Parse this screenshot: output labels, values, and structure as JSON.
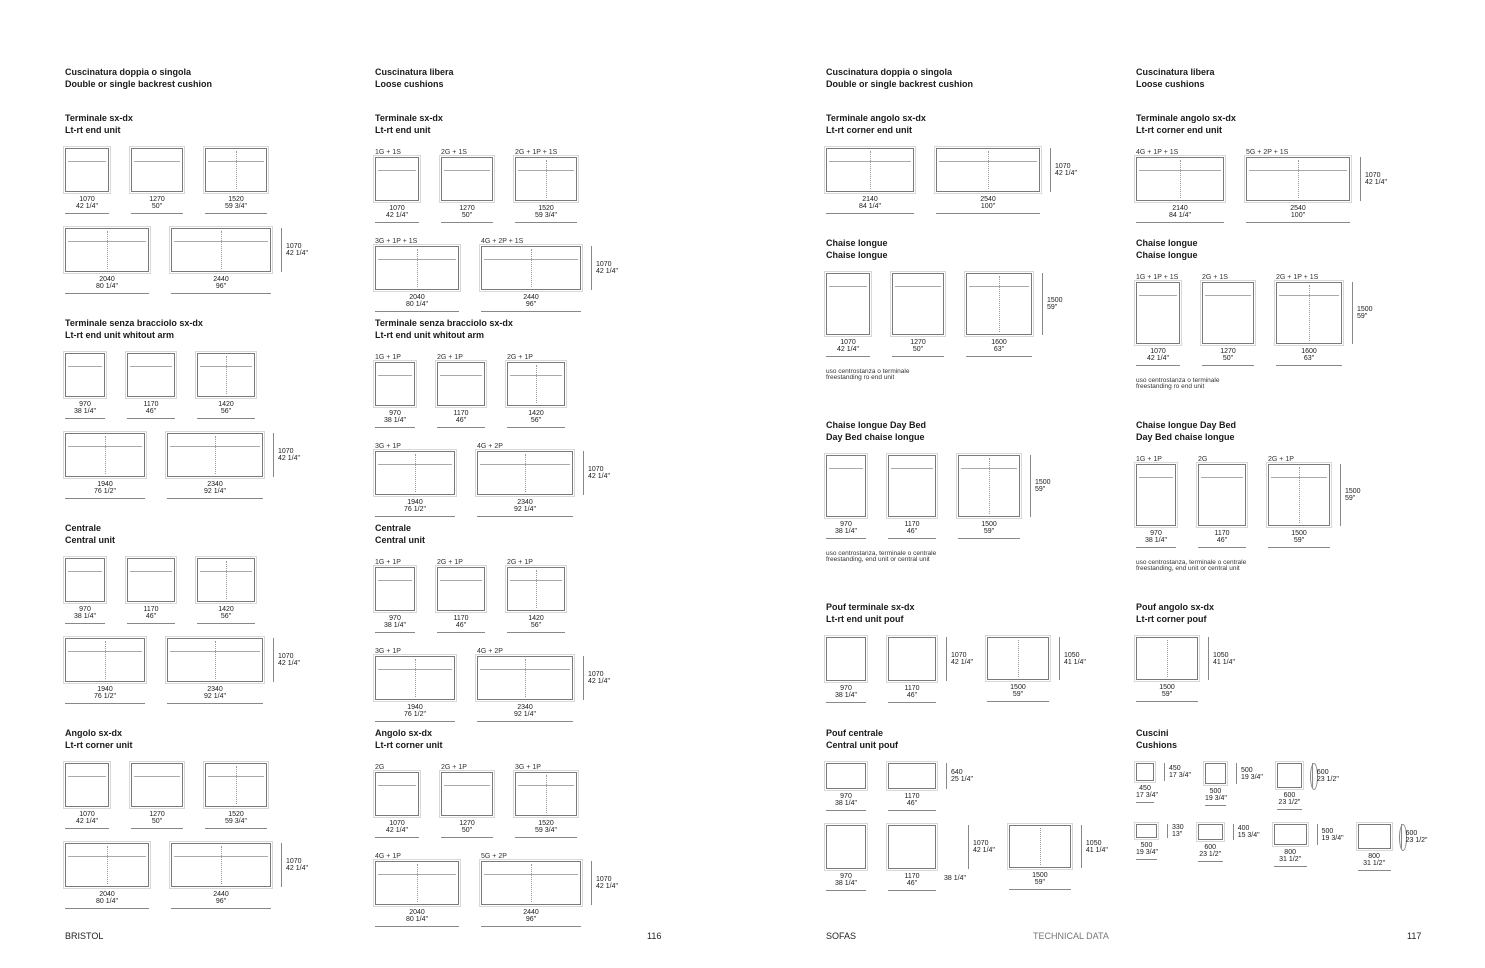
{
  "headers": [
    {
      "it": "Cuscinatura doppia o singola",
      "en": "Double or single backrest cushion"
    },
    {
      "it": "Cuscinatura libera",
      "en": "Loose cushions"
    },
    {
      "it": "Cuscinatura doppia o singola",
      "en": "Double or single backrest cushion"
    },
    {
      "it": "Cuscinatura libera",
      "en": "Loose cushions"
    }
  ],
  "columns": [
    [
      {
        "it": "Terminale sx-dx",
        "en": "Lt-rt end unit",
        "rows": [
          {
            "items": [
              {
                "w": "1070",
                "in": "42 1/4\"",
                "d": 1070
              },
              {
                "w": "1270",
                "in": "50\"",
                "d": 1070
              },
              {
                "w": "1520",
                "in": "59 3/4\"",
                "d": 1070
              }
            ]
          },
          {
            "items": [
              {
                "w": "2040",
                "in": "80 1/4\"",
                "d": 1070
              },
              {
                "w": "2440",
                "in": "96\"",
                "d": 1070,
                "side": {
                  "mm": "1070",
                  "in": "42 1/4\""
                }
              }
            ]
          }
        ]
      },
      {
        "it": "Terminale senza bracciolo sx-dx",
        "en": "Lt-rt end unit whitout arm",
        "rows": [
          {
            "items": [
              {
                "w": "970",
                "in": "38 1/4\"",
                "d": 1070
              },
              {
                "w": "1170",
                "in": "46\"",
                "d": 1070
              },
              {
                "w": "1420",
                "in": "56\"",
                "d": 1070
              }
            ]
          },
          {
            "items": [
              {
                "w": "1940",
                "in": "76 1/2\"",
                "d": 1070
              },
              {
                "w": "2340",
                "in": "92 1/4\"",
                "d": 1070,
                "side": {
                  "mm": "1070",
                  "in": "42 1/4\""
                }
              }
            ]
          }
        ]
      },
      {
        "it": "Centrale",
        "en": "Central unit",
        "rows": [
          {
            "items": [
              {
                "w": "970",
                "in": "38 1/4\"",
                "d": 1070
              },
              {
                "w": "1170",
                "in": "46\"",
                "d": 1070
              },
              {
                "w": "1420",
                "in": "56\"",
                "d": 1070
              }
            ]
          },
          {
            "items": [
              {
                "w": "1940",
                "in": "76 1/2\"",
                "d": 1070
              },
              {
                "w": "2340",
                "in": "92 1/4\"",
                "d": 1070,
                "side": {
                  "mm": "1070",
                  "in": "42 1/4\""
                }
              }
            ]
          }
        ]
      },
      {
        "it": "Angolo sx-dx",
        "en": "Lt-rt corner unit",
        "rows": [
          {
            "items": [
              {
                "w": "1070",
                "in": "42 1/4\"",
                "d": 1070
              },
              {
                "w": "1270",
                "in": "50\"",
                "d": 1070
              },
              {
                "w": "1520",
                "in": "59 3/4\"",
                "d": 1070
              }
            ]
          },
          {
            "items": [
              {
                "w": "2040",
                "in": "80 1/4\"",
                "d": 1070
              },
              {
                "w": "2440",
                "in": "96\"",
                "d": 1070,
                "side": {
                  "mm": "1070",
                  "in": "42 1/4\""
                }
              }
            ]
          }
        ]
      }
    ],
    [
      {
        "it": "Terminale sx-dx",
        "en": "Lt-rt end unit",
        "rows": [
          {
            "items": [
              {
                "code": "1G + 1S",
                "w": "1070",
                "in": "42 1/4\"",
                "d": 1070
              },
              {
                "code": "2G + 1S",
                "w": "1270",
                "in": "50\"",
                "d": 1070
              },
              {
                "code": "2G + 1P + 1S",
                "w": "1520",
                "in": "59 3/4\"",
                "d": 1070
              }
            ]
          },
          {
            "items": [
              {
                "code": "3G + 1P + 1S",
                "w": "2040",
                "in": "80 1/4\"",
                "d": 1070
              },
              {
                "code": "4G + 2P + 1S",
                "w": "2440",
                "in": "96\"",
                "d": 1070,
                "side": {
                  "mm": "1070",
                  "in": "42 1/4\""
                }
              }
            ]
          }
        ]
      },
      {
        "it": "Terminale senza bracciolo sx-dx",
        "en": "Lt-rt end unit whitout arm",
        "rows": [
          {
            "items": [
              {
                "code": "1G + 1P",
                "w": "970",
                "in": "38 1/4\"",
                "d": 1070
              },
              {
                "code": "2G + 1P",
                "w": "1170",
                "in": "46\"",
                "d": 1070
              },
              {
                "code": "2G + 1P",
                "w": "1420",
                "in": "56\"",
                "d": 1070
              }
            ]
          },
          {
            "items": [
              {
                "code": "3G + 1P",
                "w": "1940",
                "in": "76 1/2\"",
                "d": 1070
              },
              {
                "code": "4G + 2P",
                "w": "2340",
                "in": "92 1/4\"",
                "d": 1070,
                "side": {
                  "mm": "1070",
                  "in": "42 1/4\""
                }
              }
            ]
          }
        ]
      },
      {
        "it": "Centrale",
        "en": "Central unit",
        "rows": [
          {
            "items": [
              {
                "code": "1G + 1P",
                "w": "970",
                "in": "38 1/4\"",
                "d": 1070
              },
              {
                "code": "2G + 1P",
                "w": "1170",
                "in": "46\"",
                "d": 1070
              },
              {
                "code": "2G + 1P",
                "w": "1420",
                "in": "56\"",
                "d": 1070
              }
            ]
          },
          {
            "items": [
              {
                "code": "3G + 1P",
                "w": "1940",
                "in": "76 1/2\"",
                "d": 1070
              },
              {
                "code": "4G + 2P",
                "w": "2340",
                "in": "92 1/4\"",
                "d": 1070,
                "side": {
                  "mm": "1070",
                  "in": "42 1/4\""
                }
              }
            ]
          }
        ]
      },
      {
        "it": "Angolo sx-dx",
        "en": "Lt-rt corner unit",
        "rows": [
          {
            "items": [
              {
                "code": "2G",
                "w": "1070",
                "in": "42 1/4\"",
                "d": 1070
              },
              {
                "code": "2G + 1P",
                "w": "1270",
                "in": "50\"",
                "d": 1070
              },
              {
                "code": "3G + 1P",
                "w": "1520",
                "in": "59 3/4\"",
                "d": 1070
              }
            ]
          },
          {
            "items": [
              {
                "code": "4G + 1P",
                "w": "2040",
                "in": "80 1/4\"",
                "d": 1070
              },
              {
                "code": "5G + 2P",
                "w": "2440",
                "in": "96\"",
                "d": 1070,
                "side": {
                  "mm": "1070",
                  "in": "42 1/4\""
                }
              }
            ]
          }
        ]
      }
    ],
    [
      {
        "it": "Terminale angolo sx-dx",
        "en": "Lt-rt corner end unit",
        "rows": [
          {
            "items": [
              {
                "w": "2140",
                "in": "84 1/4\"",
                "d": 1070
              },
              {
                "w": "2540",
                "in": "100\"",
                "d": 1070,
                "side": {
                  "mm": "1070",
                  "in": "42 1/4\""
                }
              }
            ]
          }
        ]
      },
      {
        "it": "Chaise longue",
        "en": "Chaise longue",
        "rows": [
          {
            "items": [
              {
                "w": "1070",
                "in": "42 1/4\"",
                "d": 1500
              },
              {
                "w": "1270",
                "in": "50\"",
                "d": 1500
              },
              {
                "w": "1600",
                "in": "63\"",
                "d": 1500,
                "side": {
                  "mm": "1500",
                  "in": "59\""
                }
              }
            ]
          }
        ],
        "note": [
          "uso centrostanza o terminale",
          "freestanding ro end unit"
        ]
      },
      {
        "it": "Chaise longue Day Bed",
        "en": "Day Bed chaise longue",
        "rows": [
          {
            "items": [
              {
                "w": "970",
                "in": "38 1/4\"",
                "d": 1500
              },
              {
                "w": "1170",
                "in": "46\"",
                "d": 1500
              },
              {
                "w": "1500",
                "in": "59\"",
                "d": 1500,
                "side": {
                  "mm": "1500",
                  "in": "59\""
                }
              }
            ]
          }
        ],
        "note": [
          "uso centrostanza, terminale o centrale",
          "freestanding, end unit or central unit"
        ]
      },
      {
        "it": "Pouf terminale sx-dx",
        "en": "Lt-rt end unit pouf",
        "rows": [
          {
            "items": [
              {
                "w": "970",
                "in": "38 1/4\"",
                "d": 1070
              },
              {
                "w": "1170",
                "in": "46\"",
                "d": 1070,
                "side": {
                  "mm": "1070",
                  "in": "42 1/4\""
                }
              },
              {
                "w": "1500",
                "in": "59\"",
                "d": 1050,
                "side": {
                  "mm": "1050",
                  "in": "41 1/4\""
                }
              }
            ]
          }
        ]
      },
      {
        "it": "Pouf centrale",
        "en": "Central unit pouf",
        "rows": [
          {
            "items": [
              {
                "w": "970",
                "in": "38 1/4\"",
                "d": 640
              },
              {
                "w": "1170",
                "in": "46\"",
                "d": 640,
                "side": {
                  "mm": "640",
                  "in": "25 1/4\""
                }
              }
            ]
          },
          {
            "items": [
              {
                "w": "970",
                "in": "38 1/4\"",
                "d": 1070
              },
              {
                "w": "1170",
                "in": "46\"",
                "d": 1070,
                "extra": "38 1/4\"",
                "side": {
                  "mm": "1070",
                  "in": "42 1/4\""
                }
              },
              {
                "w": "1500",
                "in": "59\"",
                "d": 1050,
                "side": {
                  "mm": "1050",
                  "in": "41 1/4\""
                }
              }
            ]
          }
        ]
      }
    ],
    [
      {
        "it": "Terminale angolo sx-dx",
        "en": "Lt-rt corner end unit",
        "rows": [
          {
            "items": [
              {
                "code": "4G + 1P + 1S",
                "w": "2140",
                "in": "84 1/4\"",
                "d": 1070
              },
              {
                "code": "5G + 2P + 1S",
                "w": "2540",
                "in": "100\"",
                "d": 1070,
                "side": {
                  "mm": "1070",
                  "in": "42 1/4\""
                }
              }
            ]
          }
        ]
      },
      {
        "it": "Chaise longue",
        "en": "Chaise longue",
        "rows": [
          {
            "items": [
              {
                "code": "1G + 1P + 1S",
                "w": "1070",
                "in": "42 1/4\"",
                "d": 1500
              },
              {
                "code": "2G + 1S",
                "w": "1270",
                "in": "50\"",
                "d": 1500
              },
              {
                "code": "2G + 1P + 1S",
                "w": "1600",
                "in": "63\"",
                "d": 1500,
                "side": {
                  "mm": "1500",
                  "in": "59\""
                }
              }
            ]
          }
        ],
        "note": [
          "uso centrostanza o terminale",
          "freestanding ro end unit"
        ]
      },
      {
        "it": "Chaise longue Day Bed",
        "en": "Day Bed chaise longue",
        "rows": [
          {
            "items": [
              {
                "code": "1G + 1P",
                "w": "970",
                "in": "38 1/4\"",
                "d": 1500
              },
              {
                "code": "2G",
                "w": "1170",
                "in": "46\"",
                "d": 1500
              },
              {
                "code": "2G + 1P",
                "w": "1500",
                "in": "59\"",
                "d": 1500,
                "side": {
                  "mm": "1500",
                  "in": "59\""
                }
              }
            ]
          }
        ],
        "note": [
          "uso centrostanza, terminale o centrale",
          "freestanding, end unit or central unit"
        ]
      },
      {
        "it": "Pouf angolo sx-dx",
        "en": "Lt-rt corner pouf",
        "rows": [
          {
            "items": [
              {
                "w": "1500",
                "in": "59\"",
                "d": 1050,
                "side": {
                  "mm": "1050",
                  "in": "41 1/4\""
                }
              }
            ]
          }
        ]
      },
      {
        "it": "Cuscini",
        "en": "Cushions",
        "rows": [
          {
            "items": [
              {
                "w": "450",
                "in": "17 3/4\"",
                "d": 450,
                "side": {
                  "mm": "450",
                  "in": "17 3/4\""
                }
              },
              {
                "w": "500",
                "in": "19 3/4\"",
                "d": 500,
                "side": {
                  "mm": "500",
                  "in": "19 3/4\""
                }
              },
              {
                "w": "600",
                "in": "23 1/2\"",
                "d": 600,
                "bolster": true,
                "side": {
                  "mm": "600",
                  "in": "23 1/2\""
                }
              }
            ]
          },
          {
            "items": [
              {
                "w": "500",
                "in": "19 3/4\"",
                "d": 330,
                "side": {
                  "mm": "330",
                  "in": "13\""
                }
              },
              {
                "w": "600",
                "in": "23 1/2\"",
                "d": 400,
                "side": {
                  "mm": "400",
                  "in": "15 3/4\""
                }
              },
              {
                "w": "800",
                "in": "31 1/2\"",
                "d": 500,
                "side": {
                  "mm": "500",
                  "in": "19 3/4\""
                }
              },
              {
                "w": "800",
                "in": "31 1/2\"",
                "d": 600,
                "bolster": true,
                "side": {
                  "mm": "600",
                  "in": "23 1/2\""
                }
              }
            ]
          }
        ]
      }
    ]
  ],
  "footer": {
    "brand": "BRISTOL",
    "page_left": "116",
    "category": "SOFAS",
    "section": "TECHNICAL DATA",
    "page_right": "117"
  }
}
